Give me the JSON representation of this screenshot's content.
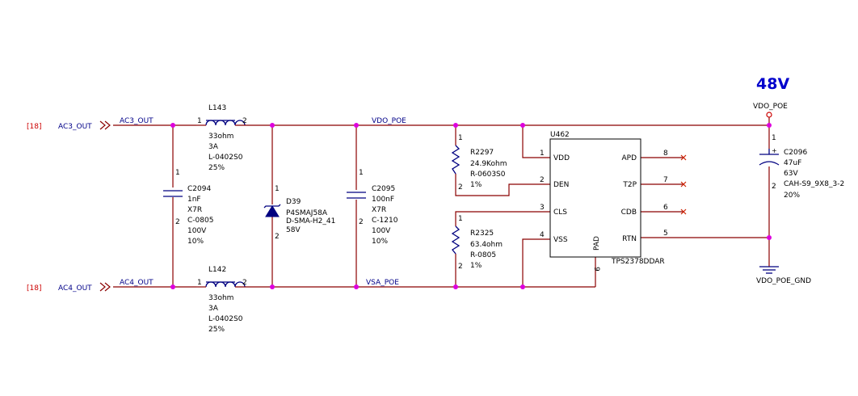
{
  "headline": "48V",
  "ports": [
    {
      "ref": "[18]",
      "name": "AC3_OUT"
    },
    {
      "ref": "[18]",
      "name": "AC4_OUT"
    }
  ],
  "nets": {
    "ac3": "AC3_OUT",
    "ac4": "AC4_OUT",
    "vdo": "VDO_POE",
    "vsa": "VSA_POE",
    "vdo_out": "VDO_POE",
    "gnd": "VDO_POE_GND"
  },
  "components": {
    "L143": {
      "ref": "L143",
      "lines": [
        "33ohm",
        "3A",
        "L-0402S0",
        "25%"
      ],
      "pin1": "1",
      "pin2": "2"
    },
    "L142": {
      "ref": "L142",
      "lines": [
        "33ohm",
        "3A",
        "L-0402S0",
        "25%"
      ],
      "pin1": "1",
      "pin2": "2"
    },
    "C2094": {
      "ref": "C2094",
      "lines": [
        "1nF",
        "X7R",
        "C-0805",
        "100V",
        "10%"
      ],
      "pin1": "1",
      "pin2": "2"
    },
    "D39": {
      "ref": "D39",
      "lines": [
        "P4SMAJ58A",
        "D-SMA-H2_41",
        "58V"
      ],
      "pin1": "1",
      "pin2": "2"
    },
    "C2095": {
      "ref": "C2095",
      "lines": [
        "100nF",
        "X7R",
        "C-1210",
        "100V",
        "10%"
      ],
      "pin1": "1",
      "pin2": "2"
    },
    "R2297": {
      "ref": "R2297",
      "lines": [
        "24.9Kohm",
        "R-0603S0",
        "1%"
      ],
      "pin1": "1",
      "pin2": "2"
    },
    "R2325": {
      "ref": "R2325",
      "lines": [
        "63.4ohm",
        "R-0805",
        "1%"
      ],
      "pin1": "1",
      "pin2": "2"
    },
    "C2096": {
      "ref": "C2096",
      "lines": [
        "47uF",
        "63V",
        "CAH-S9_9X8_3-2",
        "20%"
      ],
      "pin1": "1",
      "pin2": "2"
    }
  },
  "ic": {
    "ref": "U462",
    "part": "TPS2378DDAR",
    "left_pins": [
      {
        "num": "1",
        "name": "VDD"
      },
      {
        "num": "2",
        "name": "DEN"
      },
      {
        "num": "3",
        "name": "CLS"
      },
      {
        "num": "4",
        "name": "VSS"
      }
    ],
    "right_pins": [
      {
        "num": "8",
        "name": "APD"
      },
      {
        "num": "7",
        "name": "T2P"
      },
      {
        "num": "6",
        "name": "CDB"
      },
      {
        "num": "5",
        "name": "RTN"
      }
    ],
    "pad": {
      "num": "9",
      "name": "PAD"
    }
  }
}
